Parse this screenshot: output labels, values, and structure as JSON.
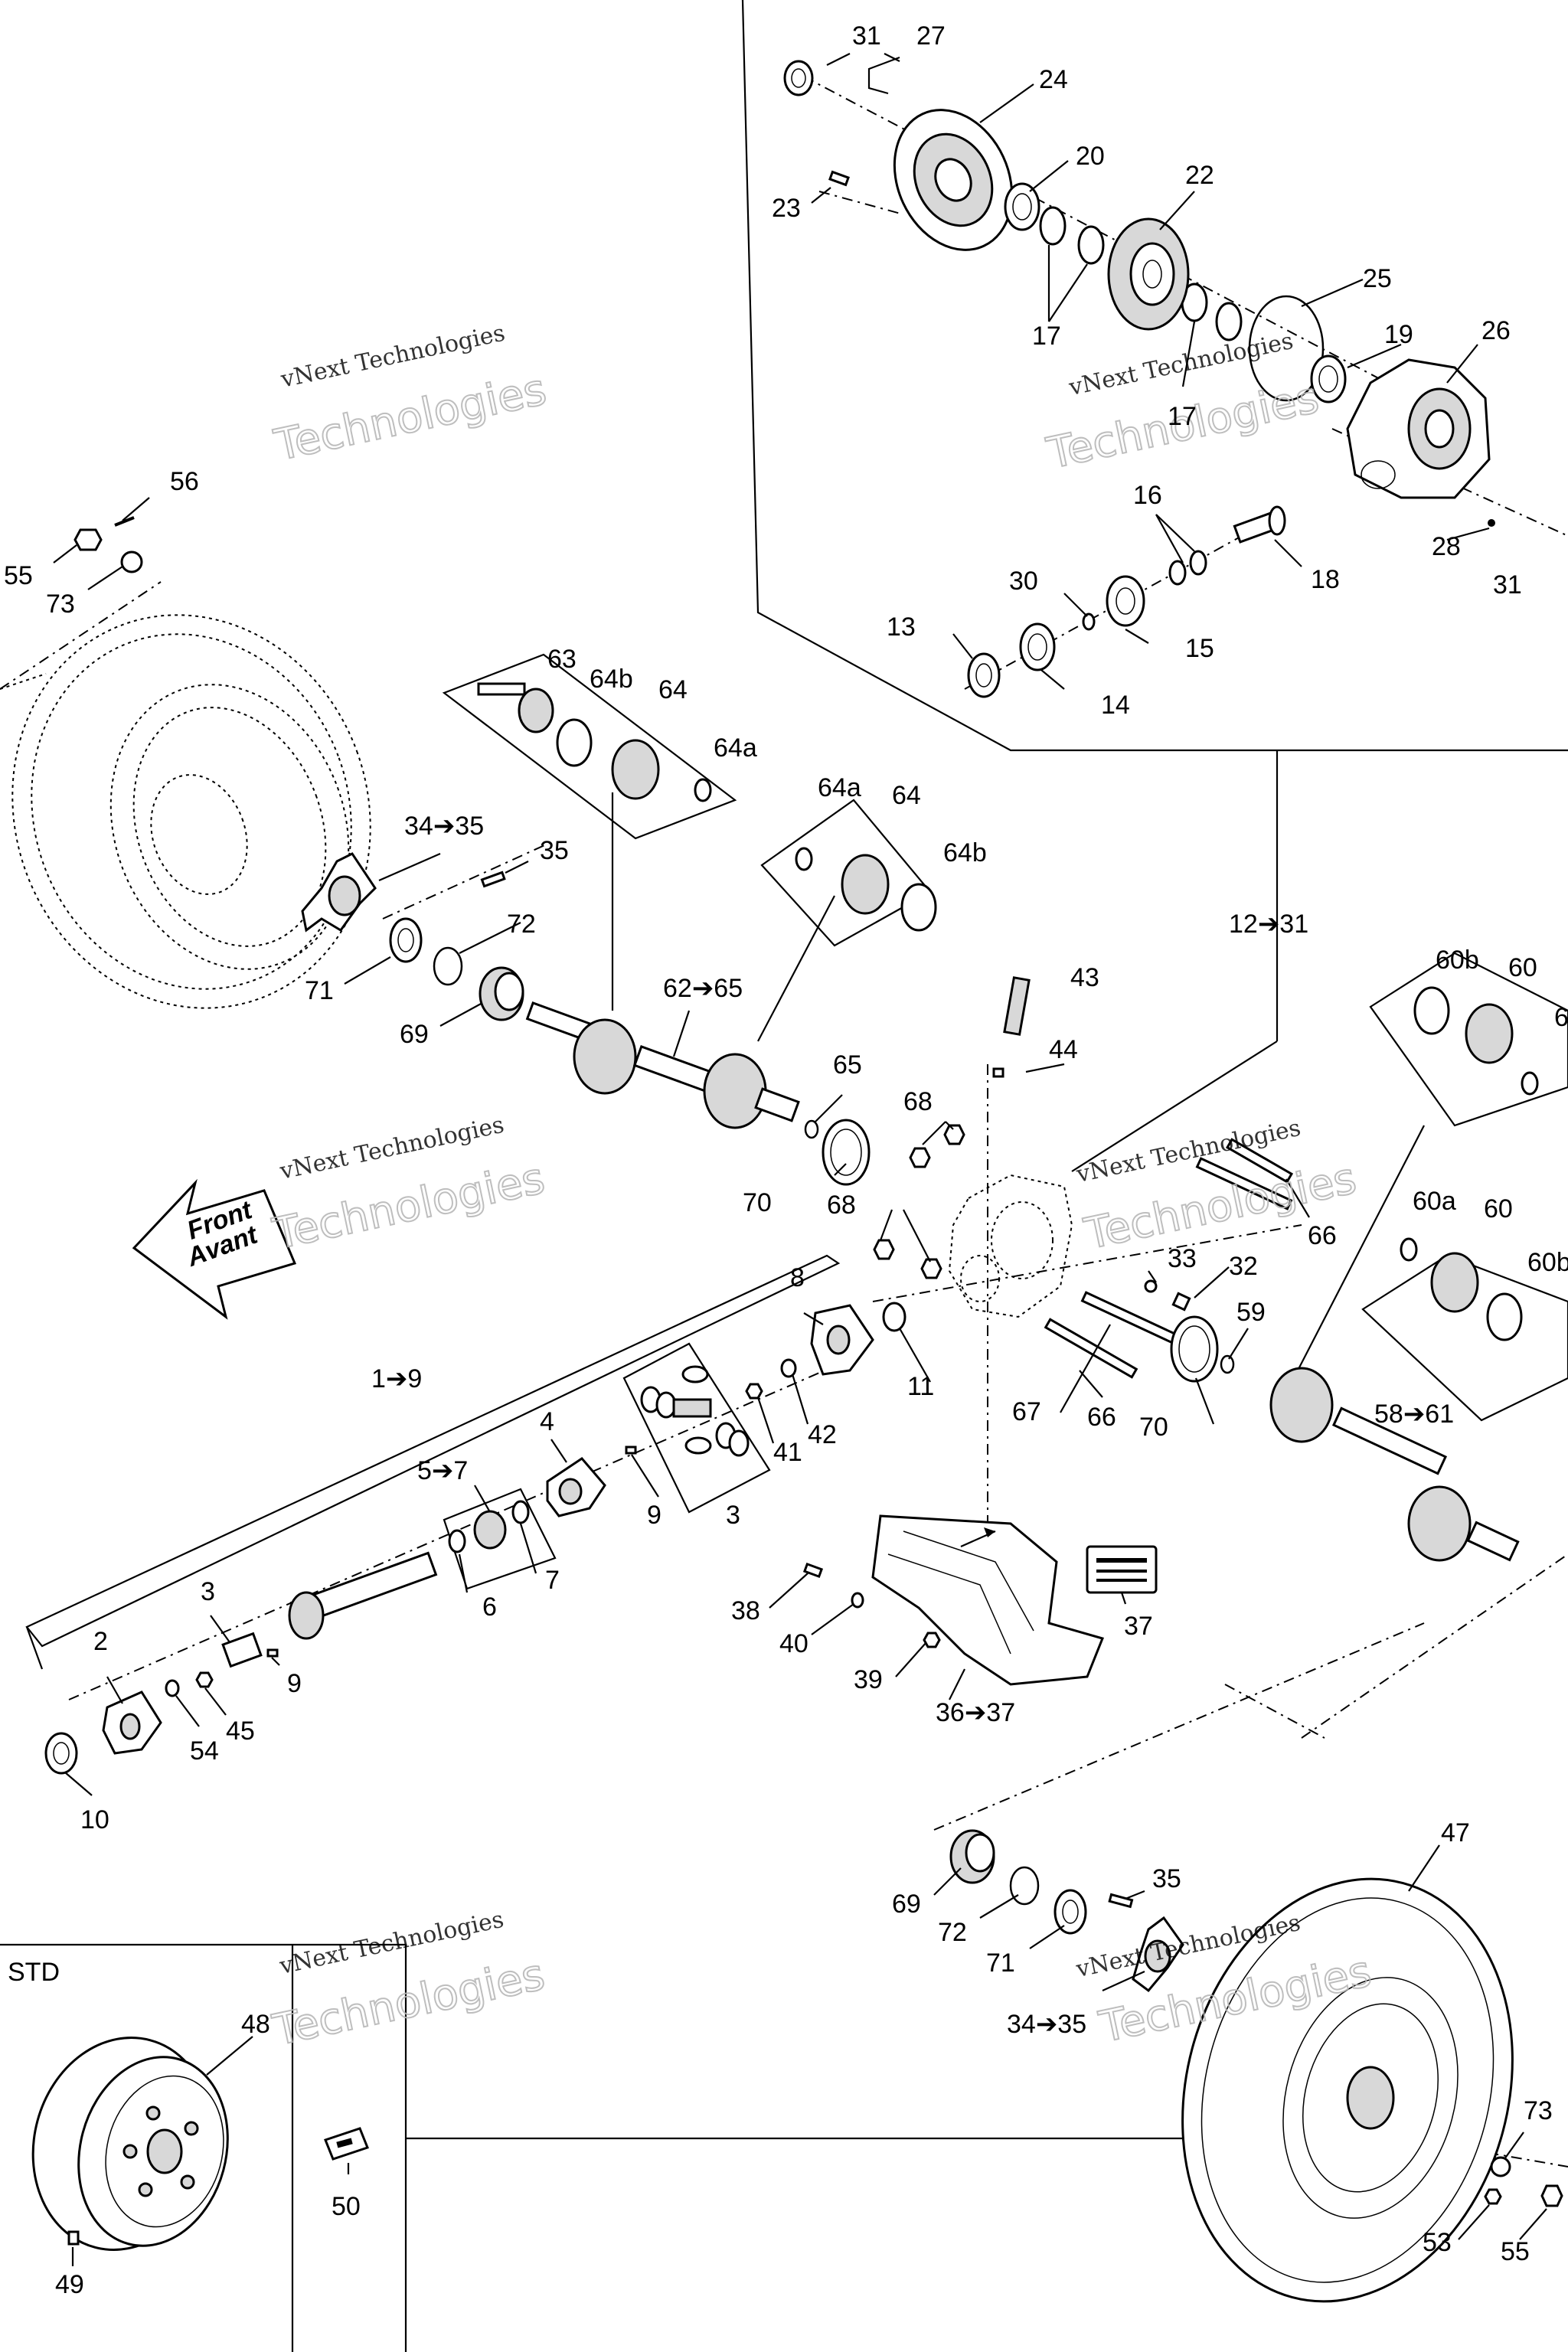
{
  "watermark": {
    "line1": "vNext",
    "line2": "vNext Technologies",
    "line3": "Technologies"
  },
  "front_arrow": {
    "line1": "Front",
    "line2": "Avant"
  },
  "std_label": "STD",
  "callouts": {
    "n31a": "31",
    "n27": "27",
    "n24": "24",
    "n20": "20",
    "n23": "23",
    "n22": "22",
    "n17a": "17",
    "n17b": "17",
    "n25": "25",
    "n19": "19",
    "n26": "26",
    "n16": "16",
    "n18": "18",
    "n28": "28",
    "n31b": "31",
    "n30": "30",
    "n13": "13",
    "n15": "15",
    "n14": "14",
    "n56": "56",
    "n55a": "55",
    "n73a": "73",
    "n63": "63",
    "n64b_a": "64b",
    "n64_a": "64",
    "n64a_a": "64a",
    "n34_35a": "34➔35",
    "n35a": "35",
    "n72a": "72",
    "n71a": "71",
    "n69a": "69",
    "n64a_b": "64a",
    "n64_b": "64",
    "n64b_b": "64b",
    "n12_31": "12➔31",
    "n62_65": "62➔65",
    "n65": "65",
    "n70a": "70",
    "n43": "43",
    "n44": "44",
    "n68a": "68",
    "n68b": "68",
    "n60b_a": "60b",
    "n60_a": "60",
    "n6x": "6",
    "n66a": "66",
    "n33": "33",
    "n32": "32",
    "n60a_b": "60a",
    "n60_b": "60",
    "n60b_b": "60b",
    "n59": "59",
    "n8": "8",
    "n11": "11",
    "n67": "67",
    "n66b": "66",
    "n70b": "70",
    "n58_61": "58➔61",
    "n1_9": "1➔9",
    "n4": "4",
    "n42": "42",
    "n41": "41",
    "n9a": "9",
    "n5_7": "5➔7",
    "n3a": "3",
    "n7": "7",
    "n6": "6",
    "n3b": "3",
    "n2": "2",
    "n9b": "9",
    "n54": "54",
    "n45": "45",
    "n10": "10",
    "n38": "38",
    "n40": "40",
    "n39": "39",
    "n37": "37",
    "n36_37": "36➔37",
    "n47": "47",
    "n35b": "35",
    "n69b": "69",
    "n72b": "72",
    "n71b": "71",
    "n34_35b": "34➔35",
    "n48": "48",
    "n50": "50",
    "n49": "49",
    "n73b": "73",
    "n53": "53",
    "n55b": "55"
  }
}
